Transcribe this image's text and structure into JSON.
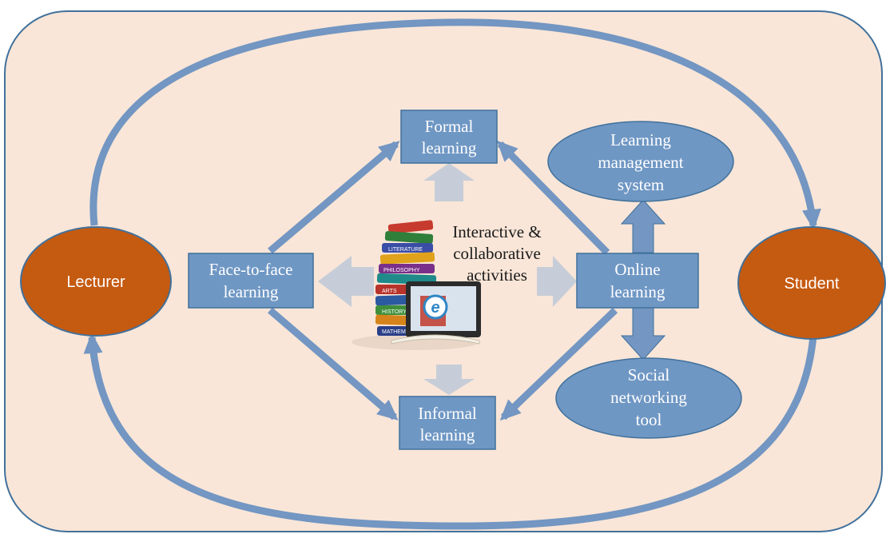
{
  "diagram": {
    "center": {
      "lines": [
        "Interactive &",
        "collaborative",
        "activities"
      ],
      "book_spines": [
        "LITERATURE",
        "PHILOSOPHY",
        "ARTS",
        "HISTORY",
        "MATHEMATICS"
      ],
      "e_letter": "e"
    },
    "nodes": {
      "formal": [
        "Formal",
        "learning"
      ],
      "informal": [
        "Informal",
        "learning"
      ],
      "face_to_face": [
        "Face-to-face",
        "learning"
      ],
      "online": [
        "Online",
        "learning"
      ],
      "lms": [
        "Learning",
        "management",
        "system"
      ],
      "social": [
        "Social",
        "networking",
        "tool"
      ],
      "lecturer": "Lecturer",
      "student": "Student"
    },
    "colors": {
      "background": "#f9e6d8",
      "frame_stroke": "#41719c",
      "box_fill": "#6f97c4",
      "arrow_blue": "#7396c2",
      "faded_arrow": "#c7cdd8",
      "person_oval": "#c55a11"
    }
  }
}
